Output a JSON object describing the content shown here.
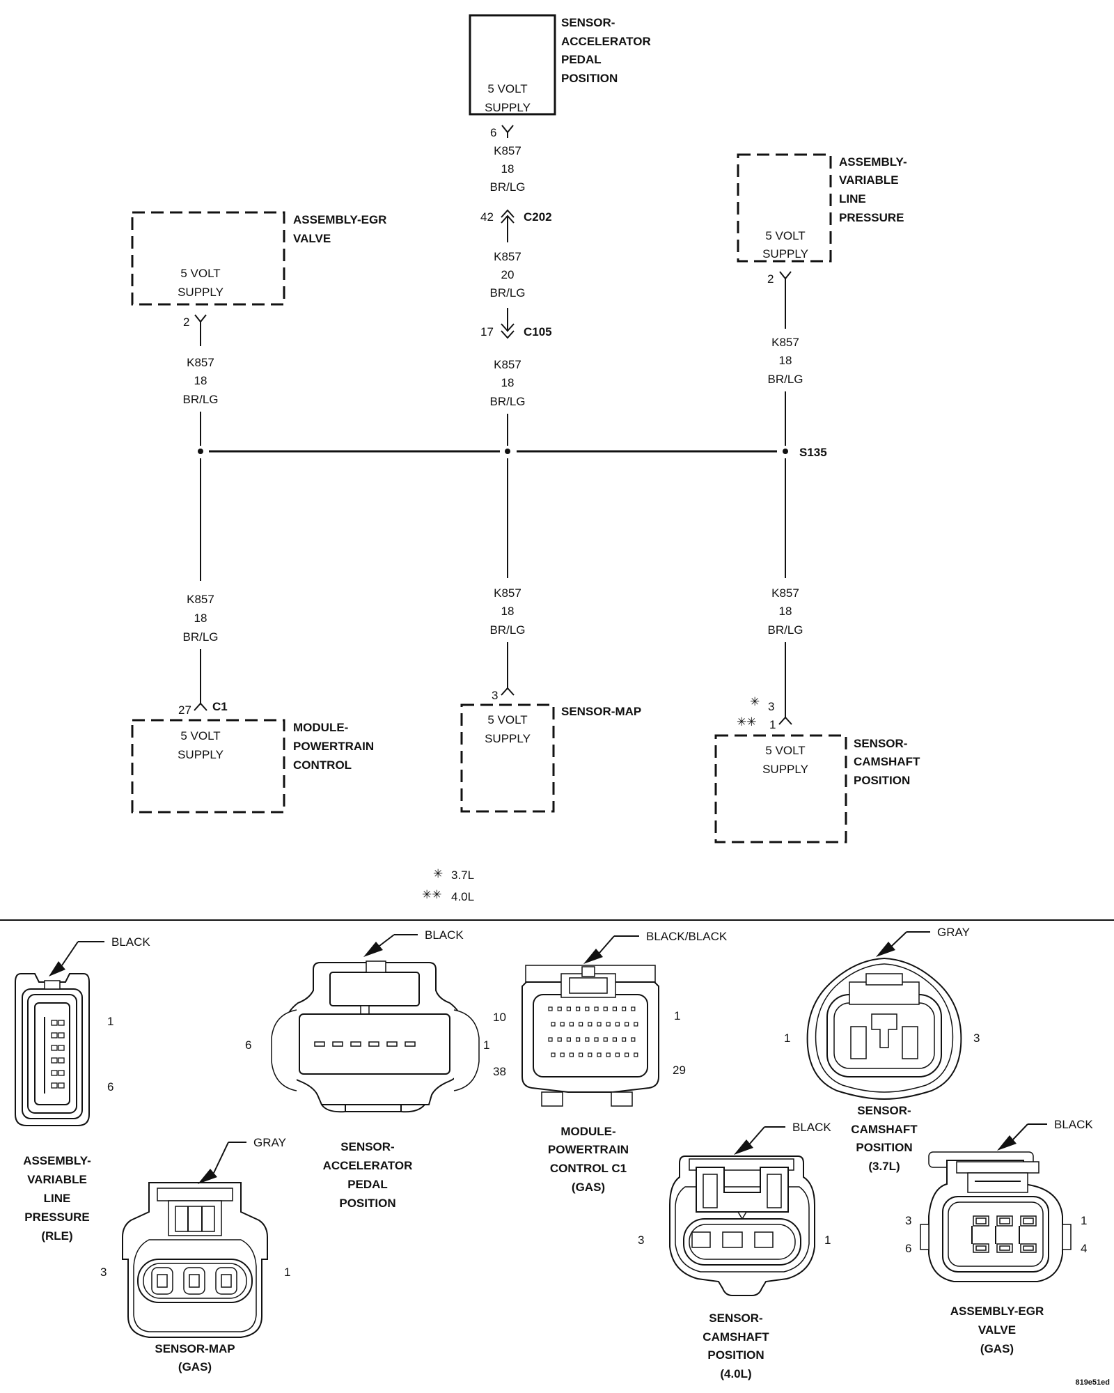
{
  "components": {
    "app": {
      "name_lines": [
        "SENSOR-",
        "ACCELERATOR",
        "PEDAL",
        "POSITION"
      ],
      "inner_lines": [
        "5 VOLT",
        "SUPPLY"
      ],
      "pin": "6"
    },
    "egr": {
      "name_lines": [
        "ASSEMBLY-EGR",
        "VALVE"
      ],
      "inner_lines": [
        "5 VOLT",
        "SUPPLY"
      ],
      "pin": "2"
    },
    "rle": {
      "name_lines": [
        "ASSEMBLY-",
        "VARIABLE",
        "LINE",
        "PRESSURE"
      ],
      "inner_lines": [
        "5 VOLT",
        "SUPPLY"
      ],
      "pin": "2"
    },
    "pcm": {
      "name_lines": [
        "MODULE-",
        "POWERTRAIN",
        "CONTROL"
      ],
      "inner_lines": [
        "5 VOLT",
        "SUPPLY"
      ],
      "pin": "27",
      "connector": "C1"
    },
    "map": {
      "name_lines": [
        "SENSOR-MAP"
      ],
      "inner_lines": [
        "5 VOLT",
        "SUPPLY"
      ],
      "pin": "3"
    },
    "cmp": {
      "name_lines": [
        "SENSOR-",
        "CAMSHAFT",
        "POSITION"
      ],
      "inner_lines": [
        "5 VOLT",
        "SUPPLY"
      ],
      "pin_a": "3",
      "pin_b": "1"
    }
  },
  "wire_labels": {
    "app_c202": [
      "K857",
      "18",
      "BR/LG"
    ],
    "c202_c105": [
      "K857",
      "20",
      "BR/LG"
    ],
    "c105_splice": [
      "K857",
      "18",
      "BR/LG"
    ],
    "egr_splice": [
      "K857",
      "18",
      "BR/LG"
    ],
    "rle_splice": [
      "K857",
      "18",
      "BR/LG"
    ],
    "splice_pcm": [
      "K857",
      "18",
      "BR/LG"
    ],
    "splice_map": [
      "K857",
      "18",
      "BR/LG"
    ],
    "splice_cmp": [
      "K857",
      "18",
      "BR/LG"
    ]
  },
  "inline_connectors": {
    "c202": {
      "pin": "42",
      "name": "C202"
    },
    "c105": {
      "pin": "17",
      "name": "C105"
    }
  },
  "splice": {
    "name": "S135"
  },
  "legend": {
    "single_star": "3.7L",
    "double_star": "4.0L",
    "star_glyph": "✳",
    "double_star_glyph": "✳✳"
  },
  "connector_views": {
    "rle": {
      "color": "BLACK",
      "pins": [
        "1",
        "6"
      ],
      "caption": [
        "ASSEMBLY-",
        "VARIABLE",
        "LINE",
        "PRESSURE",
        "(RLE)"
      ]
    },
    "app": {
      "color": "BLACK",
      "pins": [
        "6",
        "1"
      ],
      "caption": [
        "SENSOR-",
        "ACCELERATOR",
        "PEDAL",
        "POSITION"
      ]
    },
    "pcm": {
      "color": "BLACK/BLACK",
      "pins": [
        "10",
        "1",
        "38",
        "29"
      ],
      "caption": [
        "MODULE-",
        "POWERTRAIN",
        "CONTROL C1",
        "(GAS)"
      ]
    },
    "cmp37": {
      "color": "GRAY",
      "pins": [
        "1",
        "3"
      ],
      "caption": [
        "SENSOR-",
        "CAMSHAFT",
        "POSITION",
        "(3.7L)"
      ]
    },
    "map": {
      "color": "GRAY",
      "pins": [
        "3",
        "1"
      ],
      "caption": [
        "SENSOR-MAP",
        "(GAS)"
      ]
    },
    "cmp40": {
      "color": "BLACK",
      "pins": [
        "3",
        "1"
      ],
      "caption": [
        "SENSOR-",
        "CAMSHAFT",
        "POSITION",
        "(4.0L)"
      ]
    },
    "egr": {
      "color": "BLACK",
      "pins": [
        "3",
        "1",
        "6",
        "4"
      ],
      "caption": [
        "ASSEMBLY-EGR",
        "VALVE",
        "(GAS)"
      ]
    }
  },
  "figure_id": "819e51ed"
}
